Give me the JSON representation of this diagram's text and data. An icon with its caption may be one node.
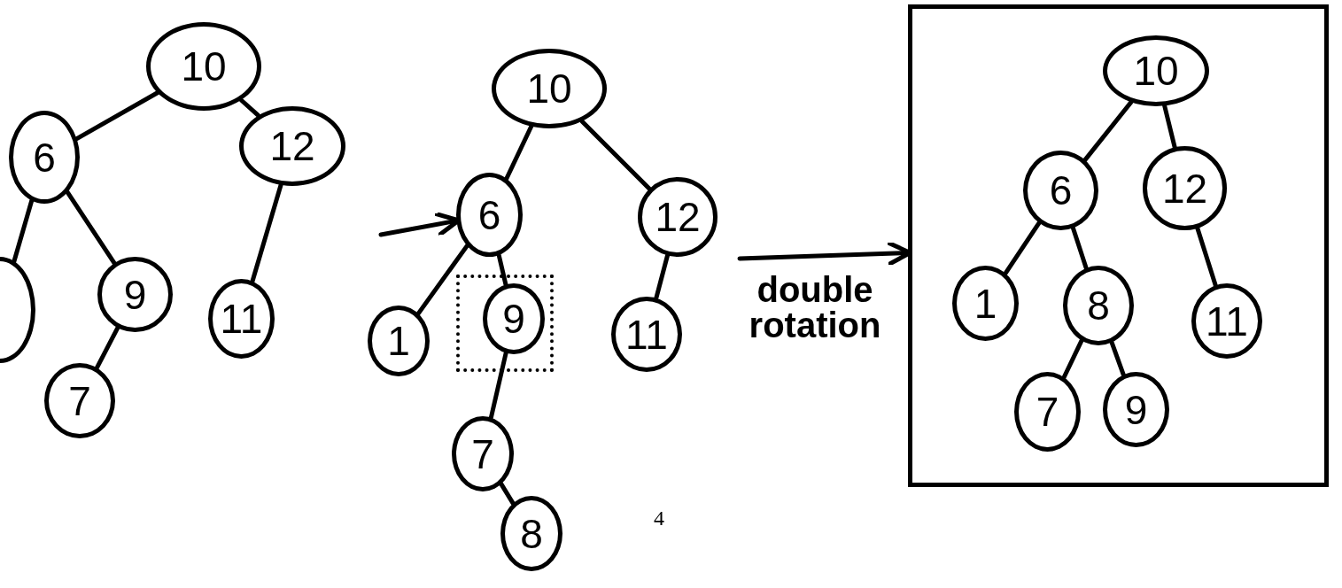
{
  "diagram": {
    "nodes": [
      {
        "text": [
          "10"
        ]
      },
      {
        "text": [
          "6"
        ]
      },
      {
        "text": [
          "12"
        ]
      },
      {
        "text": [],
        "shape": "circle"
      },
      {
        "text": [
          "9"
        ]
      },
      {
        "text": [
          "11"
        ]
      },
      {
        "text": [
          "7"
        ]
      },
      {
        "text": [
          "10"
        ]
      },
      {
        "text": [
          "6"
        ]
      },
      {
        "text": [
          "12"
        ]
      },
      {
        "text": [
          "1"
        ]
      },
      {
        "text": [],
        "shape": "box"
      },
      {
        "text": [
          "9"
        ],
        "in": 11
      },
      {
        "text": [
          "11"
        ]
      },
      {
        "text": [
          "7"
        ]
      },
      {
        "text": [
          "8"
        ]
      },
      {
        "text": [],
        "shape": "box"
      },
      {
        "text": [
          "10"
        ],
        "in": 16
      },
      {
        "text": [
          "6"
        ],
        "in": 16
      },
      {
        "text": [
          "12"
        ],
        "in": 16
      },
      {
        "text": [
          "1"
        ],
        "in": 16
      },
      {
        "text": [
          "8"
        ],
        "in": 16
      },
      {
        "text": [
          "11"
        ],
        "in": 16
      },
      {
        "text": [
          "7"
        ],
        "in": 16
      },
      {
        "text": [
          "9"
        ],
        "in": 16
      }
    ],
    "edges": [
      {
        "from": 0,
        "to": 1,
        "arrow": "none"
      },
      {
        "from": 0,
        "to": 2,
        "arrow": "none"
      },
      {
        "from": 1,
        "to": 3,
        "arrow": "none"
      },
      {
        "from": 1,
        "to": 4,
        "arrow": "none"
      },
      {
        "from": 2,
        "to": 5,
        "arrow": "none"
      },
      {
        "from": 4,
        "to": 6,
        "arrow": "none"
      },
      {
        "from": 7,
        "to": 8,
        "arrow": "none"
      },
      {
        "from": 7,
        "to": 9,
        "arrow": "none"
      },
      {
        "from": 8,
        "to": 10,
        "arrow": "none"
      },
      {
        "from": 8,
        "to": 12,
        "arrow": "none"
      },
      {
        "from": 9,
        "to": 13,
        "arrow": "none"
      },
      {
        "from": 12,
        "to": 14,
        "arrow": "none"
      },
      {
        "from": 14,
        "to": 15,
        "arrow": "none"
      },
      {
        "from": null,
        "to": 8,
        "arrow": "to"
      },
      {
        "from": null,
        "to": 16,
        "arrow": "to",
        "label": "double rotation"
      },
      {
        "from": 17,
        "to": 18,
        "arrow": "none"
      },
      {
        "from": 17,
        "to": 19,
        "arrow": "none"
      },
      {
        "from": 18,
        "to": 20,
        "arrow": "none"
      },
      {
        "from": 18,
        "to": 21,
        "arrow": "none"
      },
      {
        "from": 19,
        "to": 22,
        "arrow": "none"
      },
      {
        "from": 21,
        "to": 23,
        "arrow": "none"
      },
      {
        "from": 21,
        "to": 24,
        "arrow": "none"
      }
    ],
    "labels": [
      "4"
    ]
  }
}
